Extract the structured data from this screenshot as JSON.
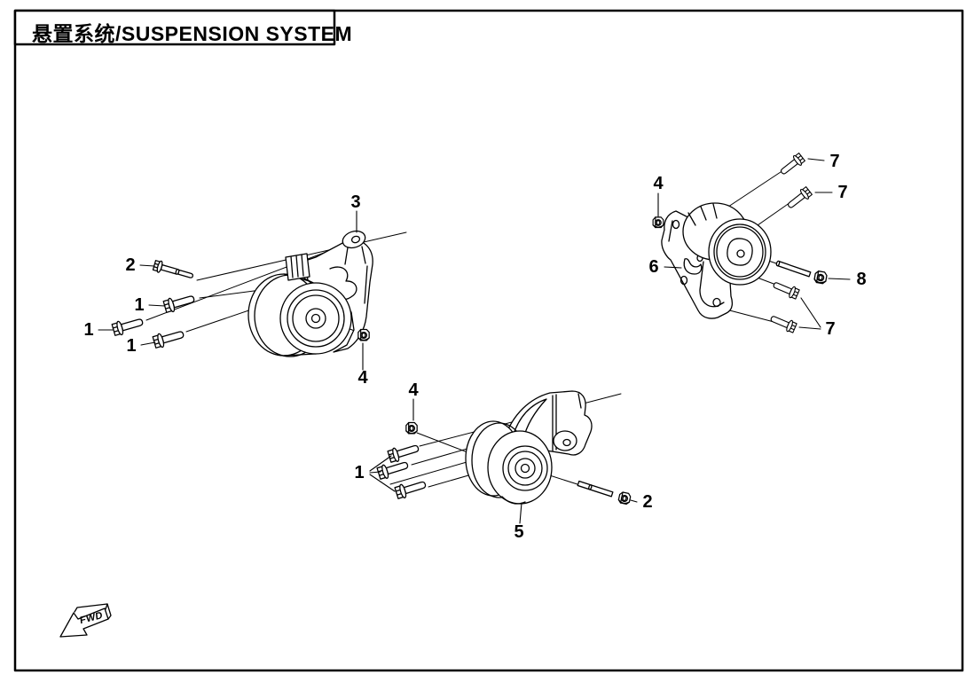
{
  "title_block": {
    "title": "悬置系统/SUSPENSION SYSTEM"
  },
  "direction_indicator": {
    "label": "FWD"
  },
  "colors": {
    "line": "#000000",
    "background": "#ffffff"
  },
  "diagram": {
    "assemblies": [
      {
        "id": "left-mount",
        "visible_callout_numbers": [
          "1",
          "1",
          "1",
          "2",
          "3",
          "4"
        ]
      },
      {
        "id": "right-mount",
        "visible_callout_numbers": [
          "4",
          "6",
          "7",
          "7",
          "7",
          "8"
        ]
      },
      {
        "id": "bottom-mount",
        "visible_callout_numbers": [
          "1",
          "2",
          "4",
          "5"
        ]
      }
    ],
    "callout_labels": [
      {
        "label": "3"
      },
      {
        "label": "2"
      },
      {
        "label": "1"
      },
      {
        "label": "1"
      },
      {
        "label": "1"
      },
      {
        "label": "4"
      },
      {
        "label": "7"
      },
      {
        "label": "7"
      },
      {
        "label": "4"
      },
      {
        "label": "6"
      },
      {
        "label": "8"
      },
      {
        "label": "7"
      },
      {
        "label": "4"
      },
      {
        "label": "1"
      },
      {
        "label": "2"
      },
      {
        "label": "5"
      }
    ]
  }
}
